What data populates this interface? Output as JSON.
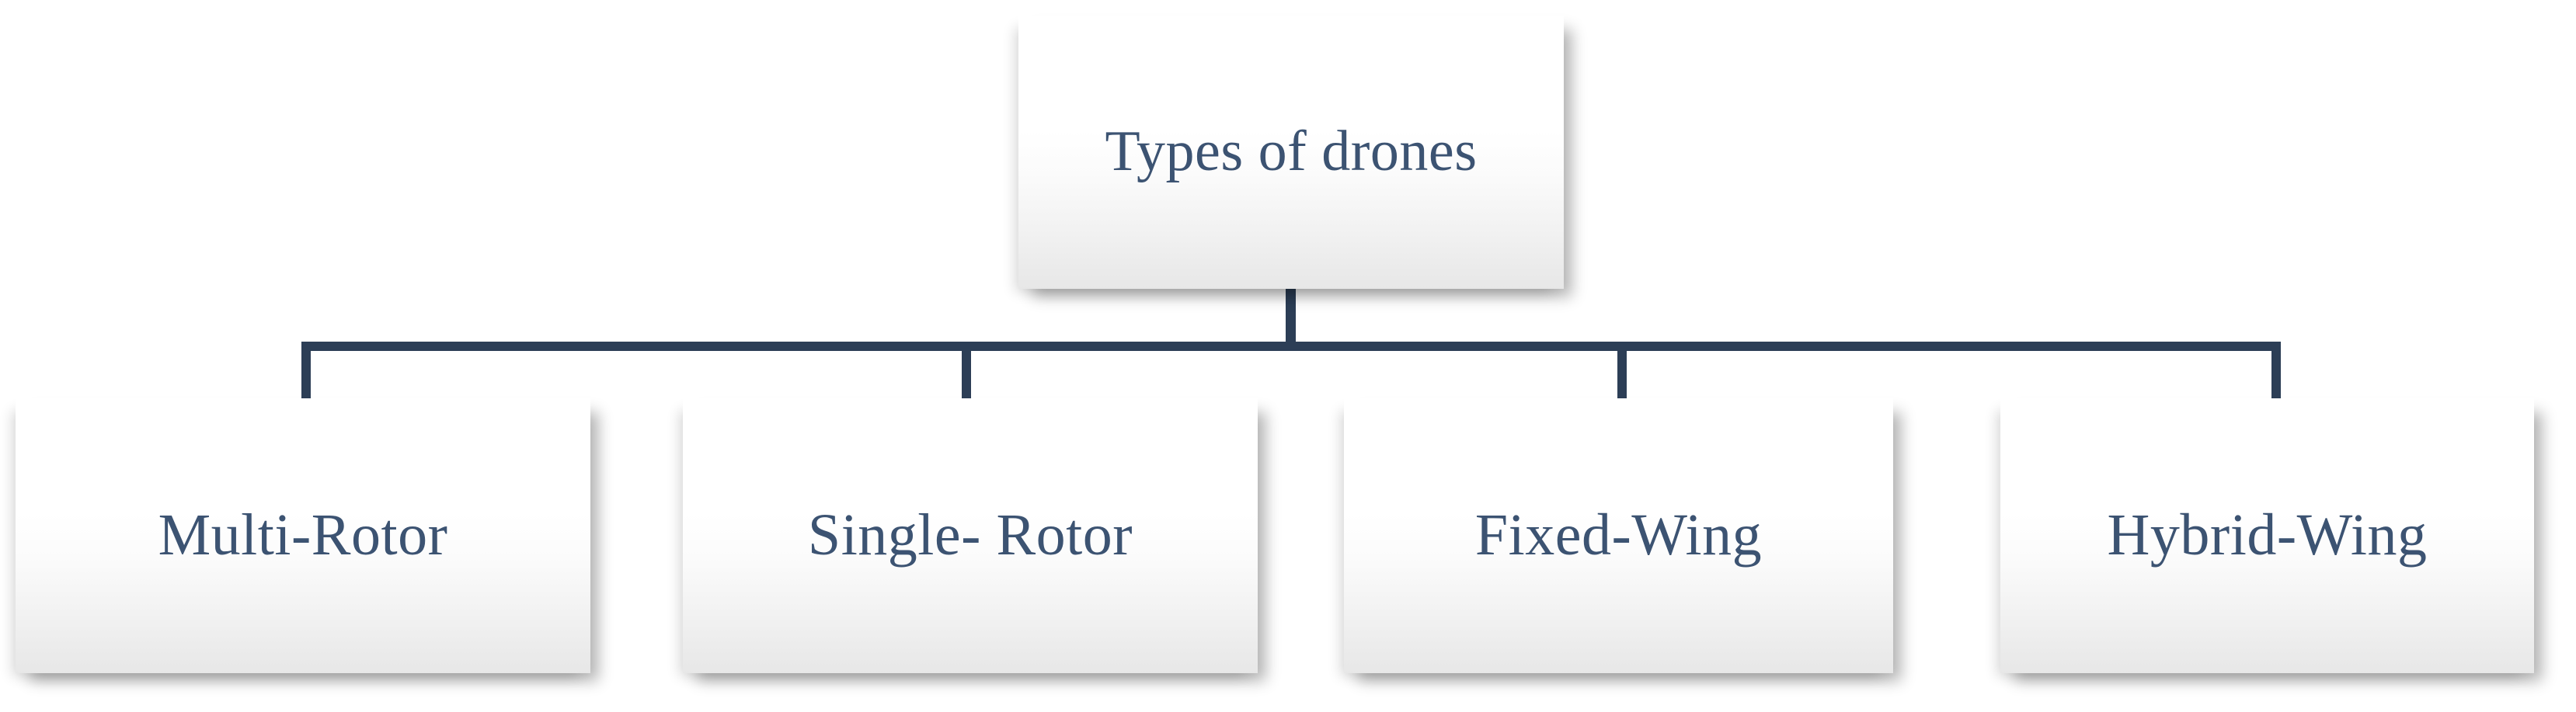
{
  "diagram": {
    "type": "hierarchy-tree",
    "title_node": {
      "label": "Types of drones"
    },
    "children": [
      {
        "label": "Multi-Rotor"
      },
      {
        "label": "Single- Rotor"
      },
      {
        "label": "Fixed-Wing"
      },
      {
        "label": "Hybrid-Wing"
      }
    ],
    "colors": {
      "connector": "#2c3e56",
      "text": "#3c5372",
      "box_top": "#ffffff",
      "box_bottom": "#e7e7e7",
      "background": "#ffffff"
    }
  }
}
